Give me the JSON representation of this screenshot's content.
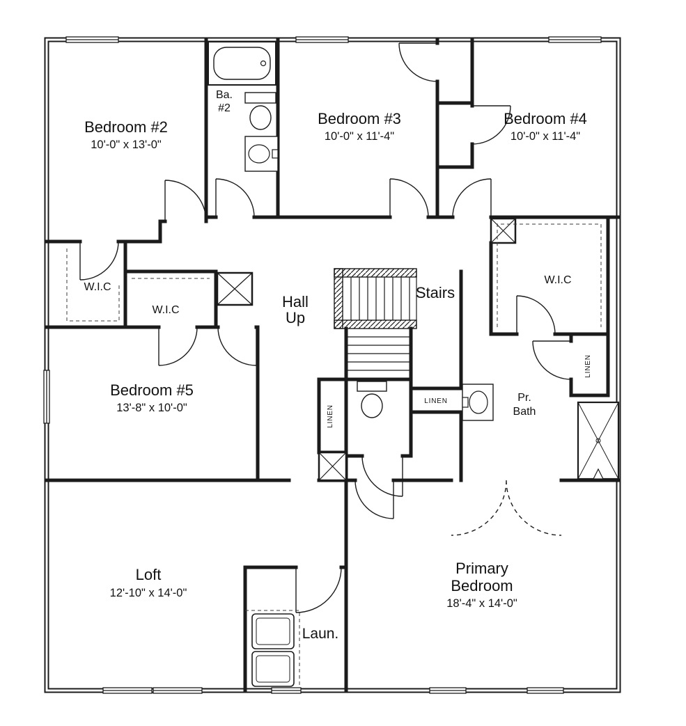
{
  "colors": {
    "wall": "#1b1b1b",
    "background": "#ffffff"
  },
  "rooms": {
    "bedroom2": {
      "name": "Bedroom #2",
      "dims": "10'-0\" x 13'-0\""
    },
    "bath2": {
      "line1": "Ba.",
      "line2": "#2"
    },
    "bedroom3": {
      "name": "Bedroom #3",
      "dims": "10'-0\" x 11'-4\""
    },
    "bedroom4": {
      "name": "Bedroom #4",
      "dims": "10'-0\" x 11'-4\""
    },
    "bedroom5": {
      "name": "Bedroom #5",
      "dims": "13'-8\" x 10'-0\""
    },
    "wic_left": {
      "name": "W.I.C"
    },
    "wic_mid": {
      "name": "W.I.C"
    },
    "wic_right": {
      "name": "W.I.C"
    },
    "hall": {
      "line1": "Hall",
      "line2": "Up"
    },
    "stairs": {
      "name": "Stairs"
    },
    "linen_left": {
      "name": "LINEN"
    },
    "linen_mid": {
      "name": "LINEN"
    },
    "linen_right": {
      "name": "LINEN"
    },
    "pr_bath": {
      "line1": "Pr.",
      "line2": "Bath"
    },
    "loft": {
      "name": "Loft",
      "dims": "12'-10\" x 14'-0\""
    },
    "laundry": {
      "name": "Laun."
    },
    "primary": {
      "line1": "Primary",
      "line2": "Bedroom",
      "dims": "18'-4\" x 14'-0\""
    }
  },
  "fixtures": {
    "bathtub": "bathtub",
    "toilet_bath2": "toilet",
    "sink_bath2": "sink",
    "toilet_center": "toilet",
    "sink_pr_bath": "sink",
    "shower_pr_bath": "shower",
    "washer_dryer": "washer-dryer-stack",
    "stairs": "stair-treads"
  }
}
